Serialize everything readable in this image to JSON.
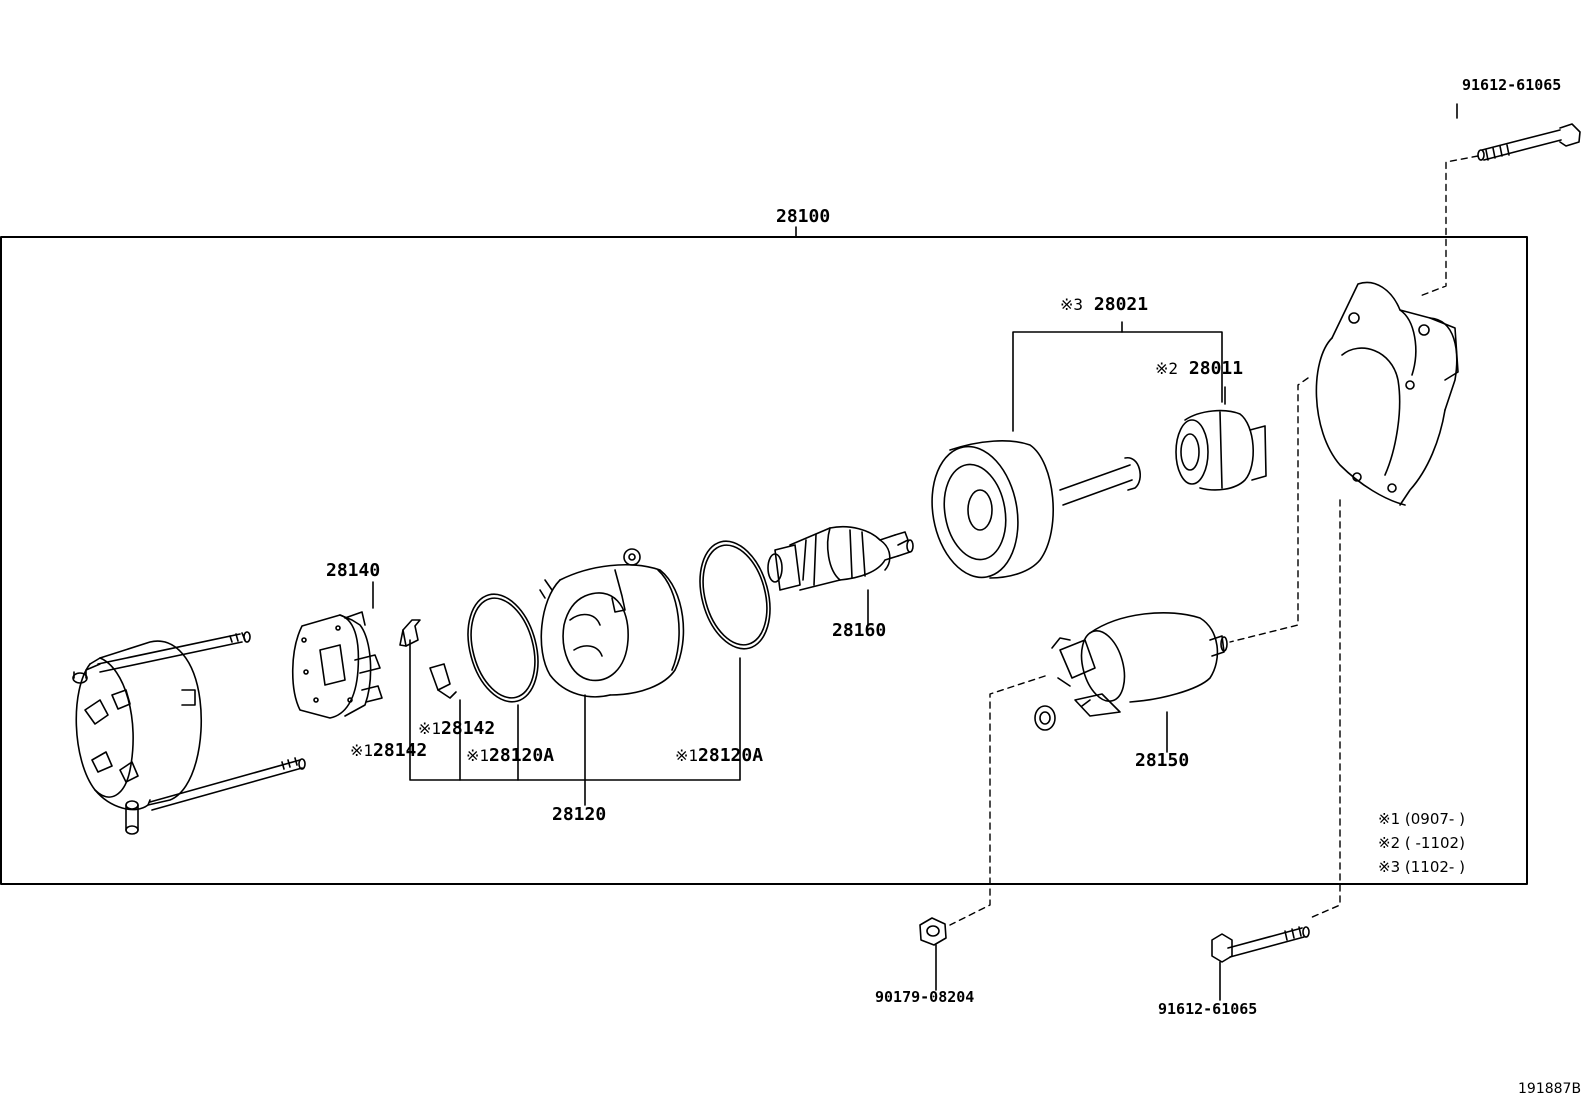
{
  "labels": {
    "assembly": "28100",
    "clutch_top_bolt": "91612-61065",
    "bottom_bolt": "91612-61065",
    "nut": "90179-08204",
    "starter_clutch_mark": "※3",
    "starter_clutch": "28021",
    "pinion_gear_mark": "※2",
    "pinion_gear": "28011",
    "brush_holder": "28140",
    "armature": "28160",
    "magnetic_switch": "28150",
    "yoke": "28120",
    "brush_a_mark": "※1",
    "brush_a": "28142",
    "brush_b_mark": "※1",
    "brush_b": "28142",
    "ring_left_mark": "※1",
    "ring_left": "28120A",
    "ring_right_mark": "※1",
    "ring_right": "28120A",
    "drawing_code": "191887B"
  },
  "notes": [
    "※1 (0907-      )",
    "※2 (       -1102)",
    "※3 (1102-      )"
  ]
}
